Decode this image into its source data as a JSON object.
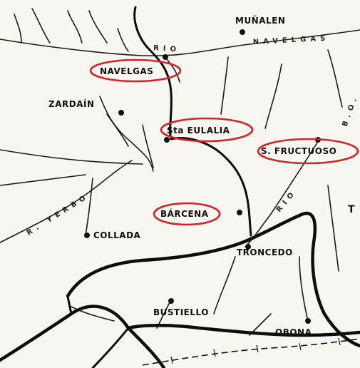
{
  "map": {
    "places": [
      {
        "id": "munalen",
        "label": "MUÑALEN",
        "highlighted": false
      },
      {
        "id": "navelgas",
        "label": "NAVELGAS",
        "highlighted": true
      },
      {
        "id": "zardain",
        "label": "ZARDAÍN",
        "highlighted": false
      },
      {
        "id": "sta-eulalia",
        "label": "Sta EULALIA",
        "highlighted": true
      },
      {
        "id": "s-fructuoso",
        "label": "S. FRUCTUOSO",
        "highlighted": true
      },
      {
        "id": "barcena",
        "label": "BÁRCENA",
        "highlighted": true
      },
      {
        "id": "collada",
        "label": "COLLADA",
        "highlighted": false
      },
      {
        "id": "troncedo",
        "label": "TRONCEDO",
        "highlighted": false
      },
      {
        "id": "bustiello",
        "label": "BUSTIELLO",
        "highlighted": false
      },
      {
        "id": "obona",
        "label": "OBONA",
        "highlighted": false
      }
    ],
    "river_labels": {
      "rio_navelgas_1": "RIO",
      "rio_navelgas_2": "NAVELGAS",
      "rio_yerbo": "R. YERBO",
      "rio_right": "RIO",
      "edge_letters": "B.O."
    },
    "edge_text": "T",
    "colors": {
      "ink": "#111111",
      "paper": "#f7f6f1",
      "highlight": "#d0262a"
    }
  }
}
